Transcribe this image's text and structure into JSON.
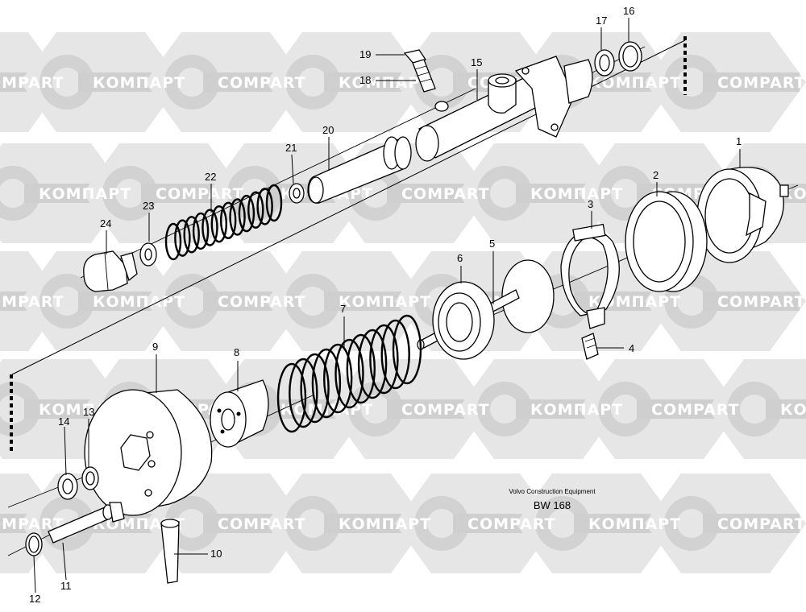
{
  "watermark": {
    "latin": "COMPART",
    "cyrillic": "КОМПАРТ"
  },
  "credit": {
    "maker": "Volvo Construction Equipment",
    "code": "BW 168"
  },
  "callouts": [
    {
      "id": "1",
      "text": "1"
    },
    {
      "id": "2",
      "text": "2"
    },
    {
      "id": "3",
      "text": "3"
    },
    {
      "id": "4",
      "text": "4"
    },
    {
      "id": "5",
      "text": "5"
    },
    {
      "id": "6",
      "text": "6"
    },
    {
      "id": "7",
      "text": "7"
    },
    {
      "id": "8",
      "text": "8"
    },
    {
      "id": "9",
      "text": "9"
    },
    {
      "id": "10",
      "text": "10"
    },
    {
      "id": "11",
      "text": "11"
    },
    {
      "id": "12",
      "text": "12"
    },
    {
      "id": "13",
      "text": "13"
    },
    {
      "id": "14",
      "text": "14"
    },
    {
      "id": "15",
      "text": "15"
    },
    {
      "id": "16",
      "text": "16"
    },
    {
      "id": "17",
      "text": "17"
    },
    {
      "id": "18",
      "text": "18"
    },
    {
      "id": "19",
      "text": "19"
    },
    {
      "id": "20",
      "text": "20"
    },
    {
      "id": "21",
      "text": "21"
    },
    {
      "id": "22",
      "text": "22"
    },
    {
      "id": "23",
      "text": "23"
    },
    {
      "id": "24",
      "text": "24"
    }
  ]
}
